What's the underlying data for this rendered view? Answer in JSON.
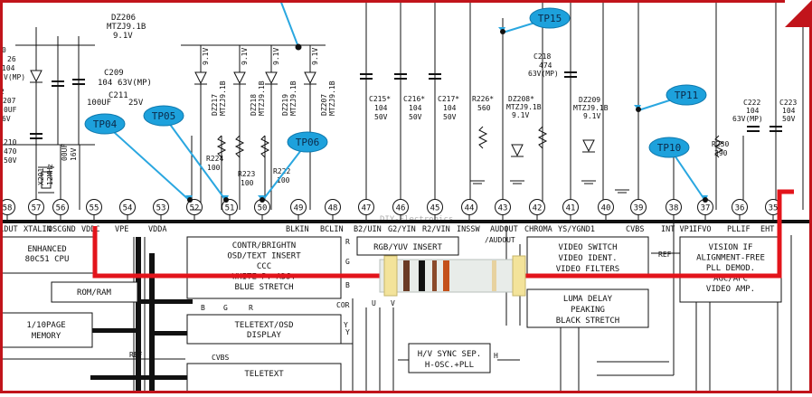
{
  "accent_colors": {
    "frame": "#c1141b",
    "callout": "#2aa7e0",
    "callout_fill": "#1da1dc",
    "highlight_wire": "#e3141b"
  },
  "test_points": [
    {
      "label": "TP04",
      "name": "tp04"
    },
    {
      "label": "TP05",
      "name": "tp05"
    },
    {
      "label": "TP06",
      "name": "tp06"
    },
    {
      "label": "TP15",
      "name": "tp15"
    },
    {
      "label": "TP11",
      "name": "tp11"
    },
    {
      "label": "TP10",
      "name": "tp10"
    }
  ],
  "pins": [
    {
      "num": "58",
      "name": "ALDUT"
    },
    {
      "num": "57",
      "name": "XTALIN"
    },
    {
      "num": "56",
      "name": "OSCGND"
    },
    {
      "num": "55",
      "name": "VDDC"
    },
    {
      "num": "54",
      "name": "VPE"
    },
    {
      "num": "53",
      "name": "VDDA"
    },
    {
      "num": "52",
      "name": ""
    },
    {
      "num": "51",
      "name": ""
    },
    {
      "num": "50",
      "name": ""
    },
    {
      "num": "49",
      "name": "BLKIN"
    },
    {
      "num": "48",
      "name": "BCLIN"
    },
    {
      "num": "47",
      "name": "B2/UIN"
    },
    {
      "num": "46",
      "name": "G2/YIN"
    },
    {
      "num": "45",
      "name": "R2/VIN"
    },
    {
      "num": "44",
      "name": "INSSW"
    },
    {
      "num": "43",
      "name": "AUDOUT"
    },
    {
      "num": "42",
      "name": "CHROMA"
    },
    {
      "num": "41",
      "name": "YS/YGND1"
    },
    {
      "num": "40",
      "name": ""
    },
    {
      "num": "39",
      "name": "CVBS"
    },
    {
      "num": "38",
      "name": "INT VP1"
    },
    {
      "num": "37",
      "name": "IFVO"
    },
    {
      "num": "36",
      "name": "PLLIF"
    },
    {
      "num": "35",
      "name": "EHT"
    }
  ],
  "components": {
    "dz206": [
      "DZ206",
      "MTZJ9.1B",
      "9.1V"
    ],
    "c209": [
      "C209",
      "104",
      "63V(MP)"
    ],
    "c211": [
      "C211",
      "100UF",
      "25V"
    ],
    "left_partial": [
      "0",
      "26",
      "104",
      "V(MP)",
      "2",
      "207",
      "0UF",
      "6V",
      "210",
      "470",
      "50V",
      "X201",
      "12MHz",
      "00UF",
      "16V"
    ],
    "dz217": [
      "9.1V",
      "DZ217",
      "MTZJ9.1B"
    ],
    "dz218": [
      "9.1V",
      "DZ218",
      "MTZJ9.1B"
    ],
    "dz219": [
      "9.1V",
      "DZ219",
      "MTZJ9.1B"
    ],
    "dz207": [
      "9.1V",
      "DZ207",
      "MTZJ9.1B"
    ],
    "r224": [
      "R224",
      "100"
    ],
    "r223": [
      "R223",
      "100"
    ],
    "r222": [
      "R222",
      "100"
    ],
    "c215": [
      "C215*",
      "104",
      "50V"
    ],
    "c216": [
      "C216*",
      "104",
      "50V"
    ],
    "c217": [
      "C217*",
      "104",
      "50V"
    ],
    "r226": [
      "R226*",
      "560"
    ],
    "dz208": [
      "DZ208*",
      "MTZJ9.1B",
      "9.1V"
    ],
    "c218": [
      "C218",
      "474",
      "63V(MP)"
    ],
    "dz209": [
      "DZ209",
      "MTZJ9.1B",
      "9.1V"
    ],
    "r230": [
      "R230",
      "390"
    ],
    "c222": [
      "C222",
      "104",
      "63V(MP)"
    ],
    "c223": [
      "C223",
      "104",
      "50V"
    ]
  },
  "blocks": {
    "cpu": [
      "ENHANCED",
      "80C51 CPU"
    ],
    "rom": "ROM/RAM",
    "page_mem": [
      "1/10PAGE",
      "MEMORY"
    ],
    "contrast": [
      "CONTR/BRIGHTN",
      "OSD/TEXT INSERT",
      "CCC",
      "WHITE-P. ADJ.",
      "BLUE STRETCH"
    ],
    "teletext_osd": [
      "TELETEXT/OSD",
      "DISPLAY"
    ],
    "teletext": "TELETEXT",
    "rgb_yuv": "RGB/YUV INSERT",
    "video_switch": [
      "VIDEO SWITCH",
      "VIDEO IDENT.",
      "VIDEO FILTERS"
    ],
    "luma": [
      "LUMA DELAY",
      "PEAKING",
      "BLACK STRETCH"
    ],
    "vision_if": [
      "VISION IF",
      "ALIGNMENT-FREE",
      "PLL DEMOD.",
      "AGC/AFC",
      "VIDEO AMP."
    ],
    "hv_sync": [
      "H/V SYNC SEP.",
      "H-OSC.+PLL"
    ]
  },
  "signals": {
    "r": "R",
    "g": "G",
    "b": "B",
    "y": "Y",
    "u": "U",
    "v": "V",
    "cor": "COR",
    "ref": "REF",
    "cvbs": "CVBS",
    "h": "H",
    "in_audout": "/AUDOUT"
  },
  "watermark": "DIY-Electronics"
}
